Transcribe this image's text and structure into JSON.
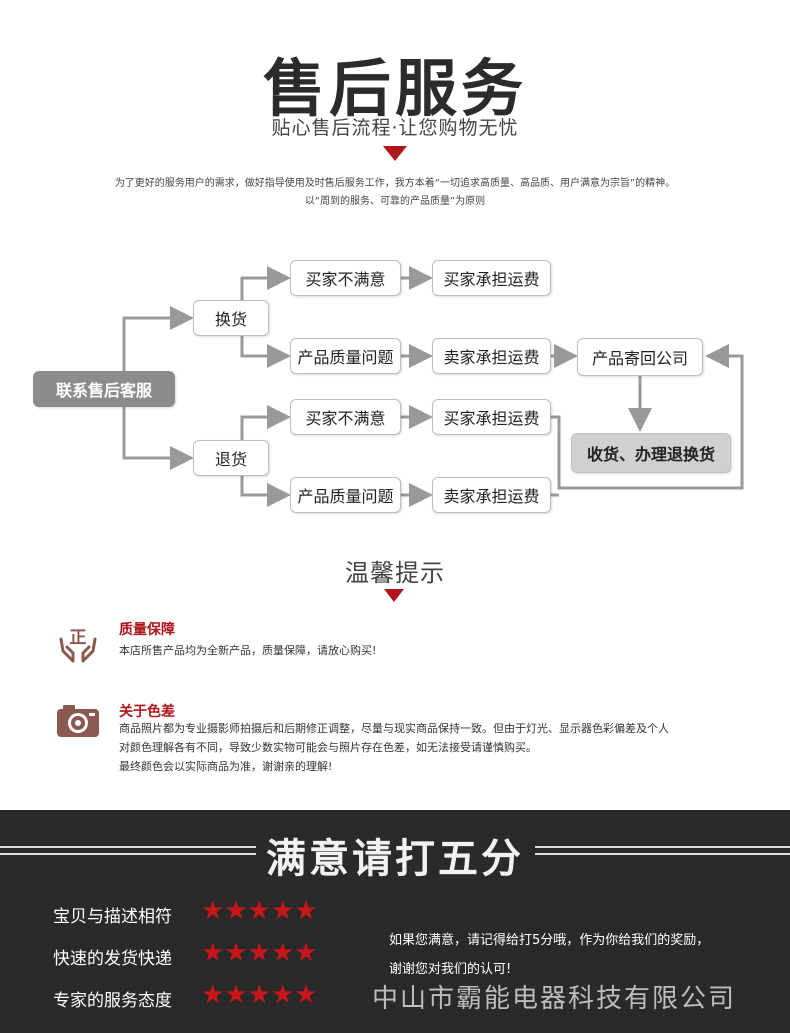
{
  "header": {
    "title": "售后服务",
    "subtitle": "贴心售后流程·让您购物无忧",
    "intro_line1": "为了更好的服务用户的需求，做好指导使用及时售后服务工作，我方本着“一切追求高质量、高品质、用户满意为宗旨”的精神。",
    "intro_line2": "以“周到的服务、可靠的产品质量”为原则"
  },
  "flow": {
    "contact": "联系售后客服",
    "exchange": "换货",
    "return": "退货",
    "buyer_unsatisfied": "买家不满意",
    "quality_issue": "产品质量问题",
    "buyer_pays": "买家承担运费",
    "seller_pays": "卖家承担运费",
    "send_back": "产品寄回公司",
    "receive": "收货、办理退换货"
  },
  "tips": {
    "heading": "温馨提示",
    "quality": {
      "icon_char": "正",
      "title": "质量保障",
      "text": "本店所售产品均为全新产品，质量保障，请放心购买!"
    },
    "color": {
      "title": "关于色差",
      "line1": "商品照片都为专业摄影师拍摄后和后期修正调整，尽量与现实商品保持一致。但由于灯光、显示器色彩偏差及个人",
      "line2": "对颜色理解各有不同，导致少数实物可能会与照片存在色差，如无法接受请谨慎购买。",
      "line3": "最终颜色会以实际商品为准，谢谢亲的理解!"
    }
  },
  "rating": {
    "title": "满意请打五分",
    "items": [
      {
        "label": "宝贝与描述相符",
        "stars": 5
      },
      {
        "label": "快速的发货快递",
        "stars": 5
      },
      {
        "label": "专家的服务态度",
        "stars": 5
      }
    ],
    "message_line1": "如果您满意，请记得给打5分哦，作为你给我们的奖励，",
    "message_line2": "谢谢您对我们的认可!",
    "company": "中山市霸能电器科技有限公司"
  },
  "colors": {
    "accent_red": "#b0141c",
    "star_red": "#c8161d",
    "dark_band": "#2a2a2a",
    "arrow_gray": "#999999"
  }
}
